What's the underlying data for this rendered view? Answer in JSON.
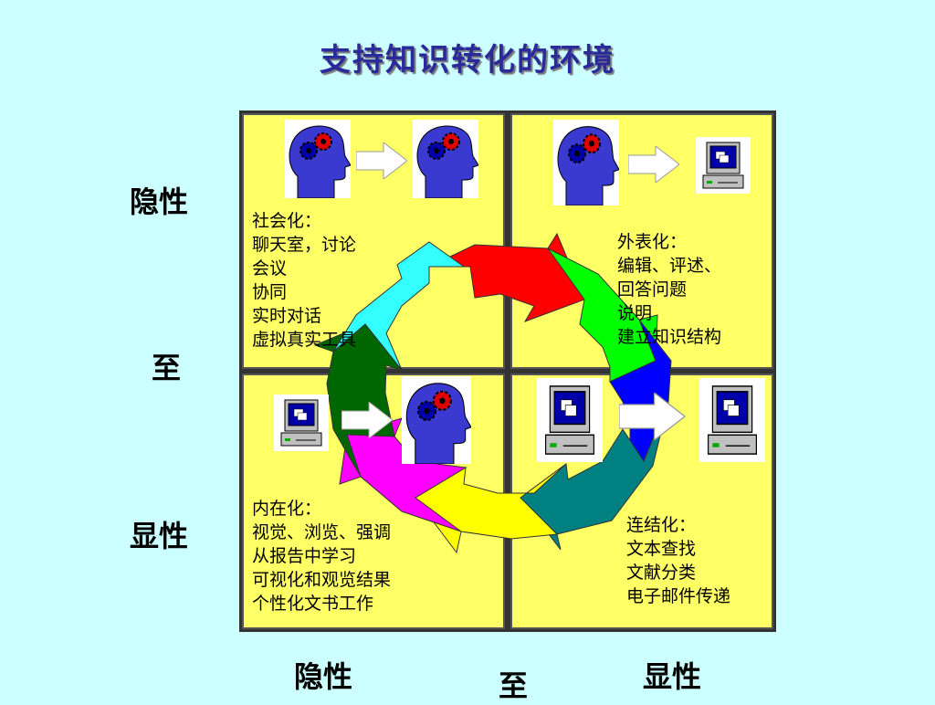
{
  "title": "支持知识转化的环境",
  "axis": {
    "left_top": "隐性",
    "left_mid": "至",
    "left_bottom": "显性",
    "bottom_left": "隐性",
    "bottom_mid": "至",
    "bottom_right": "显性"
  },
  "quadrants": {
    "socialization": {
      "heading": "社会化：",
      "lines": [
        "聊天室，讨论",
        "会议",
        "协同",
        "实时对话",
        "虚拟真实工具"
      ]
    },
    "externalization": {
      "heading": "外表化：",
      "lines": [
        "编辑、评述、",
        "回答问题",
        "说明",
        "建立知识结构"
      ]
    },
    "internalization": {
      "heading": "内在化：",
      "lines": [
        "视觉、浏览、强调",
        "从报告中学习",
        "可视化和观览结果",
        "个性化文书工作"
      ]
    },
    "combination": {
      "heading": "连结化：",
      "lines": [
        "文本查找",
        "文献分类",
        "电子邮件传递"
      ]
    }
  },
  "colors": {
    "background": "#ccffff",
    "quadrant": "#ffff66",
    "title": "#2a2a9a",
    "arrow_red": "#ff0000",
    "arrow_green": "#00ff00",
    "arrow_blue": "#0000ff",
    "arrow_teal": "#008080",
    "arrow_yellow": "#ffff00",
    "arrow_magenta": "#ff00ff",
    "arrow_darkgreen": "#006600",
    "arrow_cyan": "#33ffff"
  },
  "icons": {
    "head": "head-with-gears-icon",
    "computer": "computer-icon",
    "arrow": "right-arrow-icon"
  }
}
